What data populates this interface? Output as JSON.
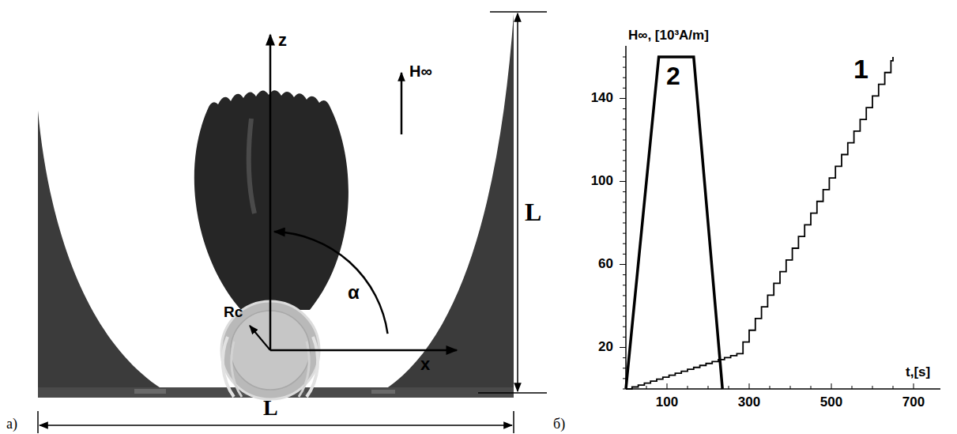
{
  "diagram": {
    "labels": [
      "z",
      "H∞",
      "α",
      "Rc",
      "x",
      "L",
      "L",
      "a)",
      "H∞, [10³A/m]",
      "2",
      "1",
      "140",
      "100",
      "60",
      "20",
      "t,[s]",
      "100",
      "300",
      "500",
      "700",
      "б)"
    ]
  }
}
